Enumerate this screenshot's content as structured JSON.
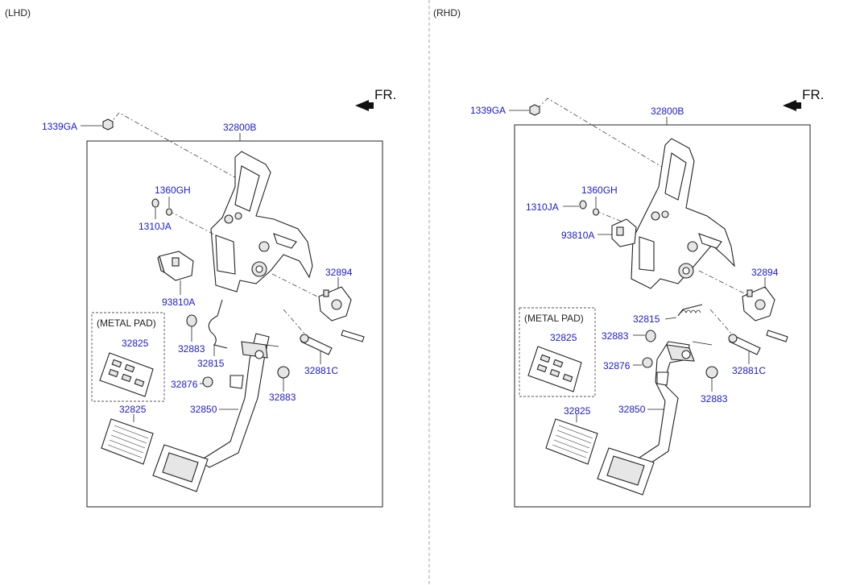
{
  "lhd": {
    "title": "(LHD)",
    "fr_label": "FR.",
    "labels": {
      "p1339GA": "1339GA",
      "p32800B": "32800B",
      "p1360GH": "1360GH",
      "p1310JA": "1310JA",
      "p93810A": "93810A",
      "p32894": "32894",
      "metal_pad": "(METAL PAD)",
      "p32825_metal": "32825",
      "p32883_a": "32883",
      "p32815": "32815",
      "p32876": "32876",
      "p32825": "32825",
      "p32850": "32850",
      "p32881C": "32881C",
      "p32883_b": "32883"
    }
  },
  "rhd": {
    "title": "(RHD)",
    "fr_label": "FR.",
    "labels": {
      "p1339GA": "1339GA",
      "p32800B": "32800B",
      "p1360GH": "1360GH",
      "p1310JA": "1310JA",
      "p93810A": "93810A",
      "p32894": "32894",
      "metal_pad": "(METAL PAD)",
      "p32825_metal": "32825",
      "p32815": "32815",
      "p32883_a": "32883",
      "p32876": "32876",
      "p32825": "32825",
      "p32850": "32850",
      "p32881C": "32881C",
      "p32883_b": "32883"
    }
  },
  "colors": {
    "label": "#1a1ad0",
    "line": "#222222",
    "divider": "#999999"
  }
}
